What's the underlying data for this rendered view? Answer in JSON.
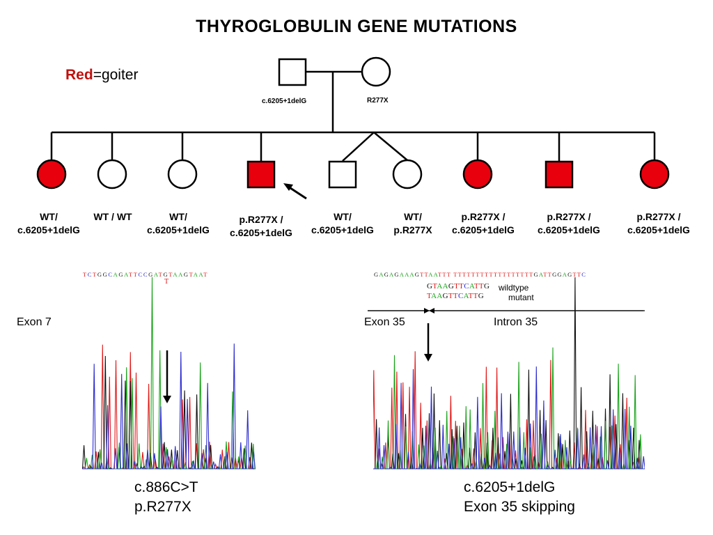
{
  "title": "THYROGLOBULIN GENE MUTATIONS",
  "legend": {
    "red_word": "Red",
    "rest": "=goiter"
  },
  "parents": {
    "father_genotype": "c.6205+1delG",
    "mother_genotype": "R277X"
  },
  "children": [
    {
      "sex": "female",
      "affected": true,
      "genotype": [
        "WT/",
        "c.6205+1delG"
      ]
    },
    {
      "sex": "female",
      "affected": false,
      "genotype": [
        "WT /  WT"
      ]
    },
    {
      "sex": "female",
      "affected": false,
      "genotype": [
        "WT/",
        "c.6205+1delG"
      ]
    },
    {
      "sex": "male",
      "affected": true,
      "proband": true,
      "genotype": [
        "p.R277X /",
        "c.6205+1delG"
      ]
    },
    {
      "sex": "male",
      "affected": false,
      "twin": true,
      "genotype": [
        "WT/",
        "c.6205+1delG"
      ]
    },
    {
      "sex": "female",
      "affected": false,
      "twin": true,
      "genotype": [
        "WT/",
        "p.R277X"
      ]
    },
    {
      "sex": "female",
      "affected": true,
      "genotype": [
        "p.R277X /",
        "c.6205+1delG"
      ]
    },
    {
      "sex": "male",
      "affected": true,
      "genotype": [
        "p.R277X /",
        "c.6205+1delG"
      ]
    },
    {
      "sex": "female",
      "affected": true,
      "genotype": [
        "p.R277X /",
        "c.6205+1delG"
      ]
    }
  ],
  "colors": {
    "affected": "#e8000d",
    "legend_red": "#c0110e",
    "A": "#1aa31a",
    "C": "#2b2bd0",
    "G": "#111111",
    "T": "#e01818"
  },
  "left_panel": {
    "exon_label": "Exon 7",
    "sequence": "TCTGGCAGATTCCGATGTAAGTAAT",
    "mutant_base": "T",
    "caption1": "c.886C>T",
    "caption2": "p.R277X"
  },
  "right_panel": {
    "sequence": "GAGAGAAAGTTAATTT TTTTTTTTTTTTTTTTTTGATTGGAGTTC",
    "wildtype_seq": "GTAAGTTCATTG",
    "wildtype_label": "wildtype",
    "mutant_seq": "TAAGTTCATTG",
    "mutant_label": "mutant",
    "exon_label": "Exon 35",
    "intron_label": "Intron 35",
    "caption1": "c.6205+1delG",
    "caption2": "Exon 35 skipping"
  }
}
